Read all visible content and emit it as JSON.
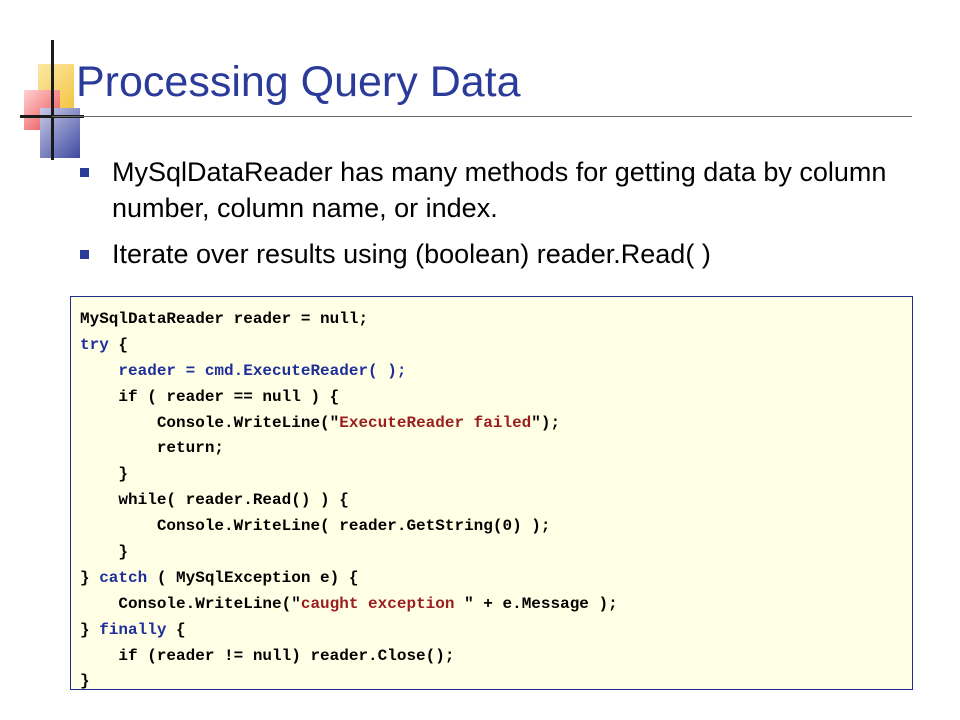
{
  "slide": {
    "title": "Processing Query Data",
    "bullets": [
      "MySqlDataReader has many methods for getting data by column number, column name, or index.",
      "Iterate over results using (boolean) reader.Read( )"
    ]
  },
  "code": {
    "lines": [
      [
        {
          "t": "MySqlDataReader reader = null;",
          "c": ""
        }
      ],
      [
        {
          "t": "try",
          "c": "kw"
        },
        {
          "t": " {",
          "c": ""
        }
      ],
      [
        {
          "t": "    reader = cmd.ExecuteReader( );",
          "c": "kw"
        }
      ],
      [
        {
          "t": "    if ( reader == null ) {",
          "c": ""
        }
      ],
      [
        {
          "t": "        Console.WriteLine(\"",
          "c": ""
        },
        {
          "t": "ExecuteReader failed",
          "c": "str"
        },
        {
          "t": "\");",
          "c": ""
        }
      ],
      [
        {
          "t": "        return;",
          "c": ""
        }
      ],
      [
        {
          "t": "    }",
          "c": ""
        }
      ],
      [
        {
          "t": "    while( reader.Read() ) {",
          "c": ""
        }
      ],
      [
        {
          "t": "        Console.WriteLine( reader.GetString(0) );",
          "c": ""
        }
      ],
      [
        {
          "t": "    }",
          "c": ""
        }
      ],
      [
        {
          "t": "} ",
          "c": ""
        },
        {
          "t": "catch",
          "c": "kw"
        },
        {
          "t": " ( MySqlException e) {",
          "c": ""
        }
      ],
      [
        {
          "t": "    Console.WriteLine(\"",
          "c": ""
        },
        {
          "t": "caught exception ",
          "c": "str"
        },
        {
          "t": "\" + e.Message );",
          "c": ""
        }
      ],
      [
        {
          "t": "} ",
          "c": ""
        },
        {
          "t": "finally",
          "c": "kw"
        },
        {
          "t": " {",
          "c": ""
        }
      ],
      [
        {
          "t": "    if (reader != null) reader.Close();",
          "c": ""
        }
      ],
      [
        {
          "t": "}",
          "c": ""
        }
      ]
    ]
  },
  "colors": {
    "title": "#2b3b9a",
    "bullet": "#2b3b9a",
    "code_background": "#ffffe6",
    "code_border": "#1f2b8f",
    "code_keyword": "#1f2f9a",
    "code_string": "#9a1e1e"
  },
  "icons": {
    "logo": "slide-corner-logo-icon",
    "bullet": "square-bullet-icon"
  }
}
